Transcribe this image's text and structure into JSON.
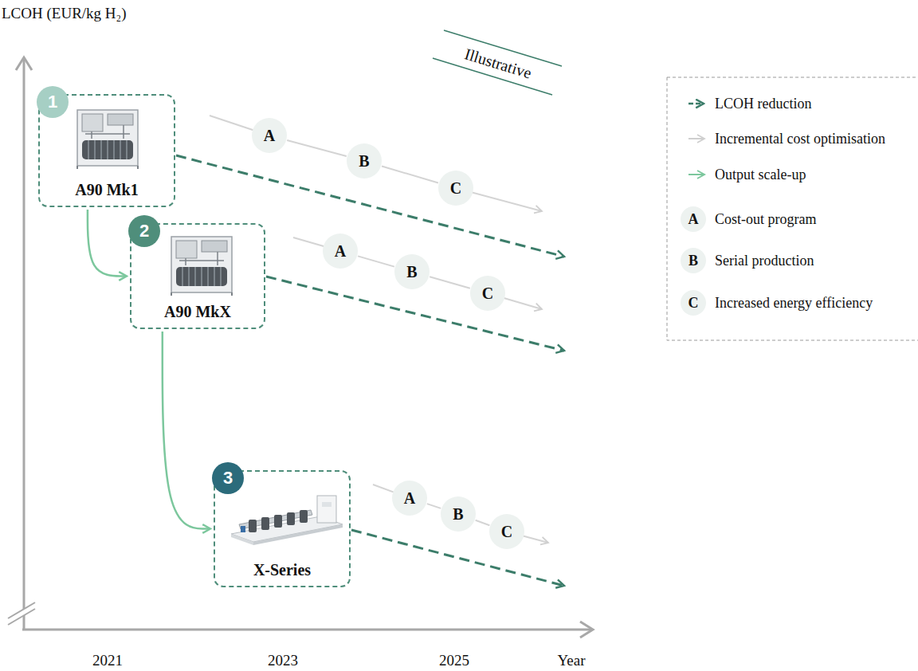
{
  "diagram": {
    "nodes": [
      {
        "text": [
          "A90 Mk1"
        ]
      },
      {
        "text": [
          "1"
        ],
        "in": 0
      },
      {
        "text": [
          "A"
        ]
      },
      {
        "text": [
          "B"
        ]
      },
      {
        "text": [
          "C"
        ]
      },
      {
        "text": [
          "A90 MkX"
        ]
      },
      {
        "text": [
          "2"
        ],
        "in": 5
      },
      {
        "text": [
          "A"
        ]
      },
      {
        "text": [
          "B"
        ]
      },
      {
        "text": [
          "C"
        ]
      },
      {
        "text": [
          "X-Series"
        ]
      },
      {
        "text": [
          "3"
        ],
        "in": 10
      },
      {
        "text": [
          "A"
        ]
      },
      {
        "text": [
          "B"
        ]
      },
      {
        "text": [
          "C"
        ]
      }
    ],
    "edges": [
      {
        "from": 0,
        "to": 5,
        "arrow": "to"
      },
      {
        "from": 5,
        "to": 10,
        "arrow": "to"
      },
      {
        "from": 2,
        "to": 3,
        "arrow": "none"
      },
      {
        "from": 3,
        "to": 4,
        "arrow": "none"
      },
      {
        "from": 7,
        "to": 8,
        "arrow": "none"
      },
      {
        "from": 8,
        "to": 9,
        "arrow": "none"
      },
      {
        "from": 12,
        "to": 13,
        "arrow": "none"
      },
      {
        "from": 13,
        "to": 14,
        "arrow": "none"
      }
    ],
    "labels": [
      "LCOH (EUR/kg H₂)",
      "Illustrative",
      "2021",
      "2023",
      "2025",
      "Year",
      "A",
      "B",
      "C"
    ],
    "legend": [
      {
        "text": "LCOH reduction"
      },
      {
        "text": "Incremental cost optimisation"
      },
      {
        "text": "Output scale-up"
      },
      {
        "text": "Cost-out program"
      },
      {
        "text": "Serial production"
      },
      {
        "text": "Increased energy efficiency"
      }
    ]
  }
}
